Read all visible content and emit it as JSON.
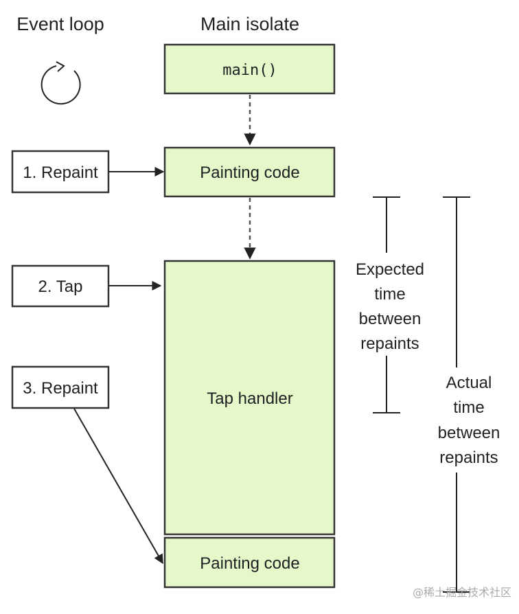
{
  "headers": {
    "event_loop": "Event loop",
    "main_isolate": "Main isolate"
  },
  "isolate_blocks": {
    "main": "main()",
    "paint1": "Painting code",
    "tap": "Tap handler",
    "paint2": "Painting code"
  },
  "events": {
    "e1": "1. Repaint",
    "e2": "2. Tap",
    "e3": "3. Repaint"
  },
  "expected": [
    "Expected",
    "time",
    "between",
    "repaints"
  ],
  "actual": [
    "Actual",
    "time",
    "between",
    "repaints"
  ],
  "watermark": "@稀土掘金技术社区",
  "colors": {
    "block": "#e6f8c9",
    "stroke": "#333333"
  }
}
